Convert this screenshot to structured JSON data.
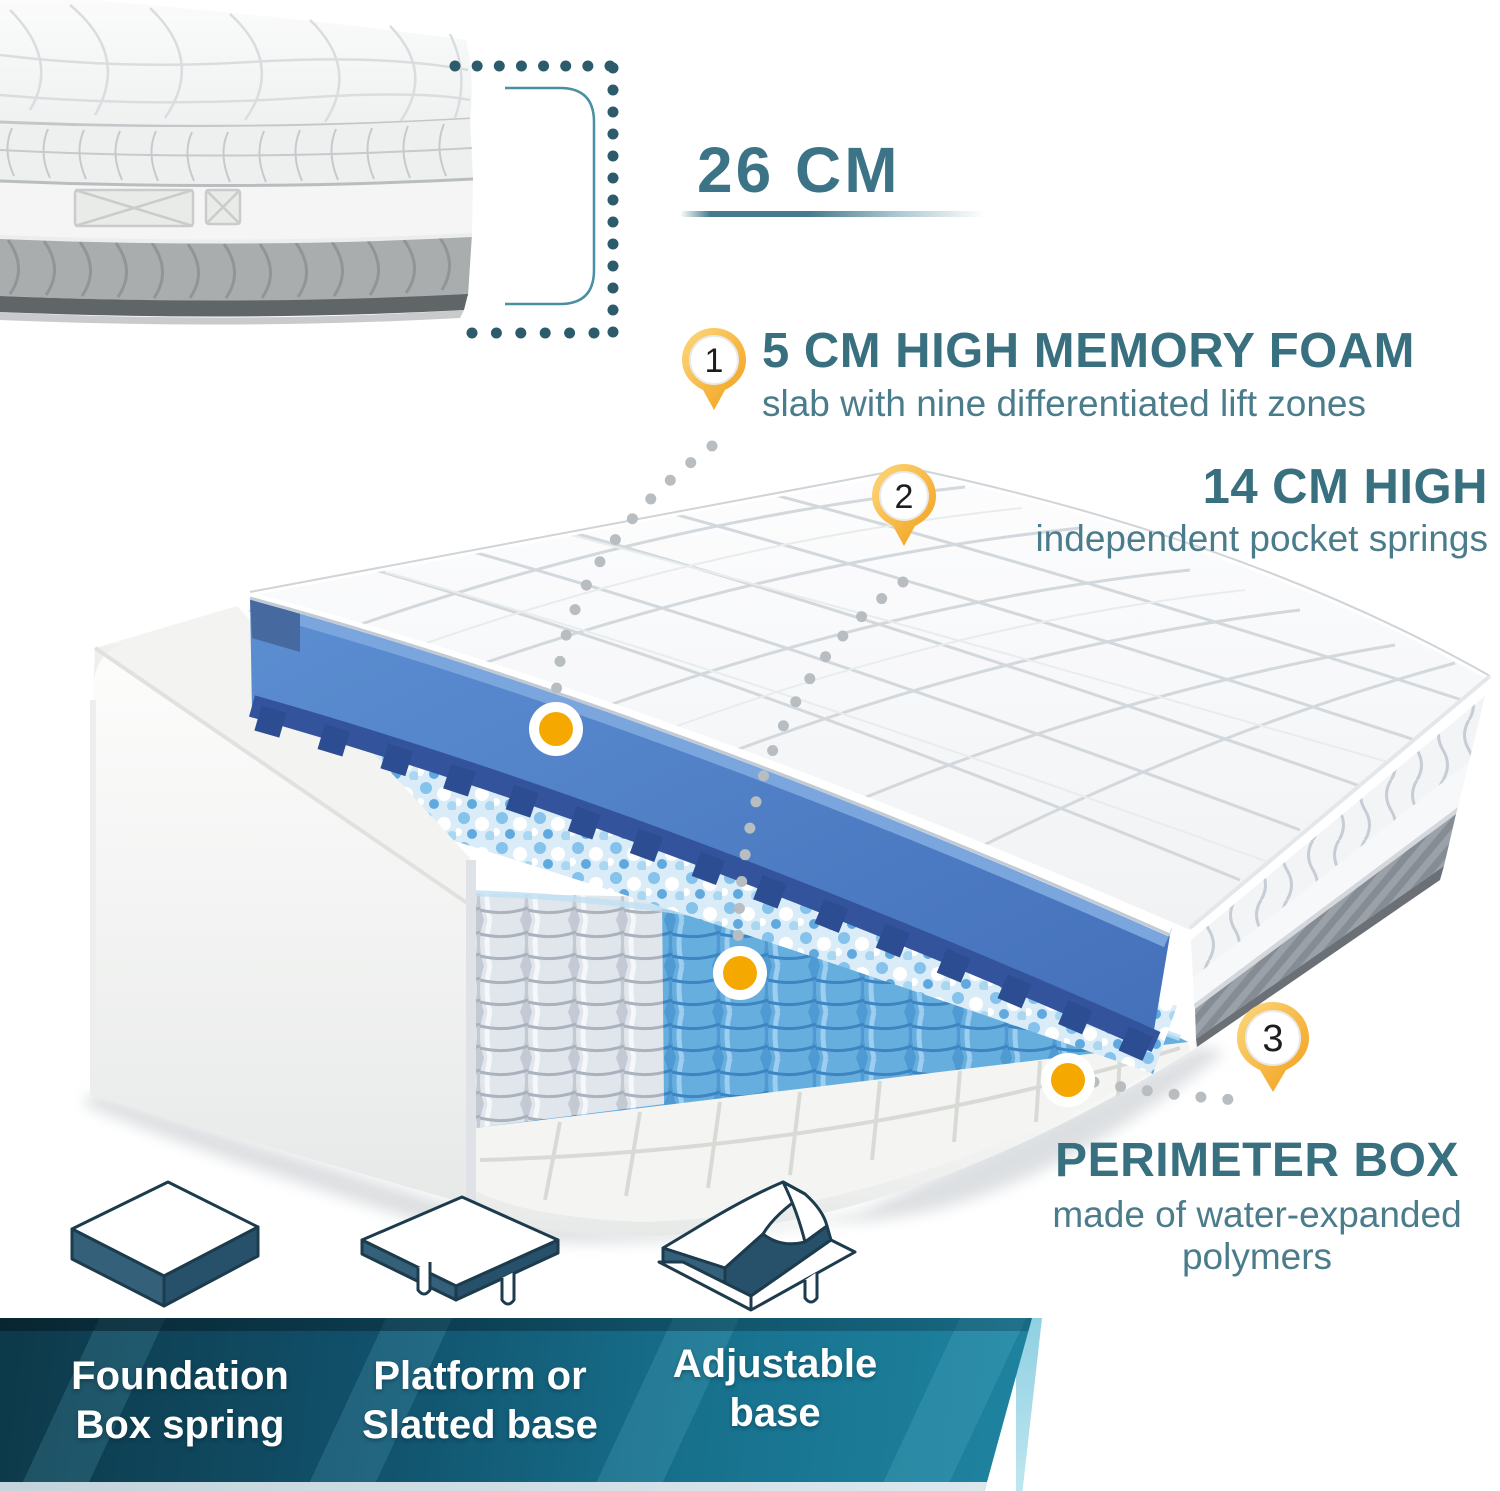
{
  "header": {
    "measurement_label": "26 CM"
  },
  "callouts": [
    {
      "number": "1",
      "title": "5 CM HIGH MEMORY FOAM",
      "subtitle": "slab with nine differentiated lift zones"
    },
    {
      "number": "2",
      "title": "14 CM HIGH",
      "subtitle": "independent pocket springs"
    },
    {
      "number": "3",
      "title": "PERIMETER BOX",
      "subtitle": "made of water-expanded polymers"
    }
  ],
  "bases": [
    {
      "icon": "box-spring-icon",
      "label_line1": "Foundation",
      "label_line2": "Box spring"
    },
    {
      "icon": "platform-base-icon",
      "label_line1": "Platform or",
      "label_line2": "Slatted base"
    },
    {
      "icon": "adjustable-base-icon",
      "label_line1": "Adjustable",
      "label_line2": "base"
    }
  ],
  "colors": {
    "accent_teal": "#38707f",
    "subtitle_teal": "#4b7c8c",
    "measurement_teal": "#3c7386",
    "pin_gold": "#f5a51d",
    "memory_foam_blue": "#4f7fc4",
    "spring_blue": "#5ea8de",
    "band_dark": "#0d3949",
    "band_bright": "#1f84a0"
  }
}
